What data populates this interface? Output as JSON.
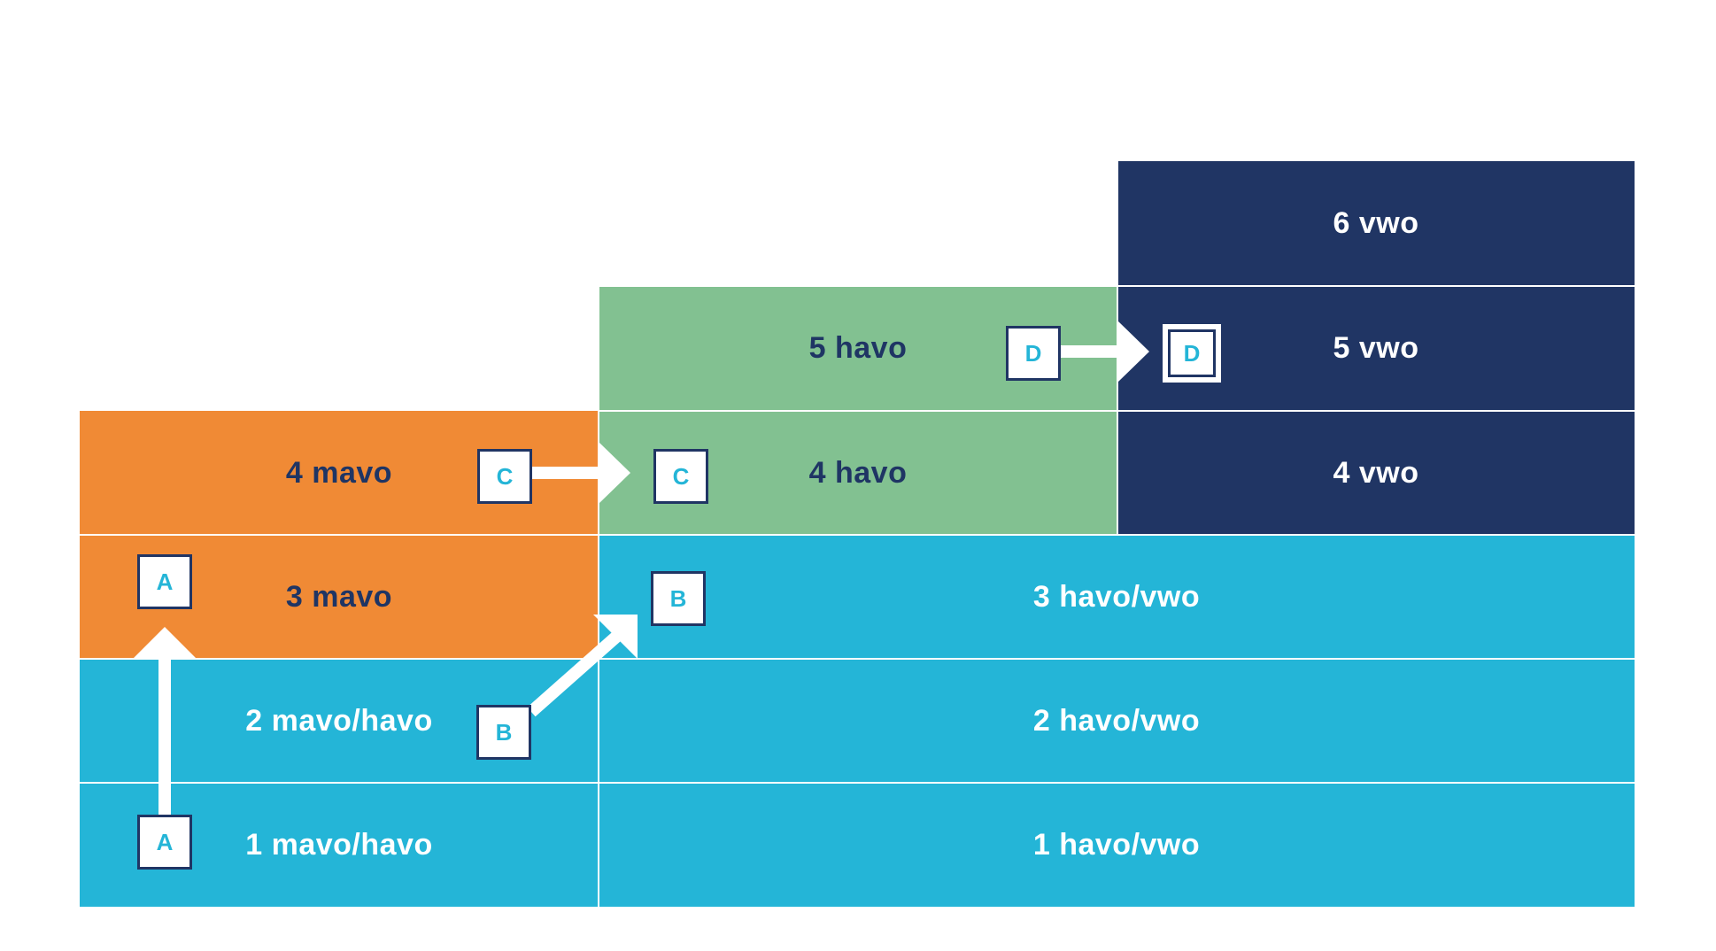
{
  "colors": {
    "mavo": "#F08A35",
    "havo": "#82C191",
    "vwo": "#203564",
    "combined": "#24B5D7",
    "marker_border": "#203564",
    "marker_text": "#24B5D7",
    "arrow": "#ffffff"
  },
  "cells": {
    "mavo_havo_1": "1 mavo/havo",
    "mavo_havo_2": "2 mavo/havo",
    "mavo_3": "3 mavo",
    "mavo_4": "4 mavo",
    "havo_vwo_1": "1 havo/vwo",
    "havo_vwo_2": "2 havo/vwo",
    "havo_vwo_3": "3 havo/vwo",
    "havo_4": "4 havo",
    "havo_5": "5 havo",
    "vwo_4": "4 vwo",
    "vwo_5": "5 vwo",
    "vwo_6": "6 vwo"
  },
  "markers": {
    "a_start": "A",
    "a_end": "A",
    "b_start": "B",
    "b_end": "B",
    "c_start": "C",
    "c_end": "C",
    "d_start": "D",
    "d_end": "D"
  },
  "routes": [
    {
      "label": "A",
      "from": "1 mavo/havo",
      "to": "3 mavo"
    },
    {
      "label": "B",
      "from": "2 mavo/havo",
      "to": "3 havo/vwo"
    },
    {
      "label": "C",
      "from": "4 mavo",
      "to": "4 havo"
    },
    {
      "label": "D",
      "from": "5 havo",
      "to": "5 vwo"
    }
  ]
}
